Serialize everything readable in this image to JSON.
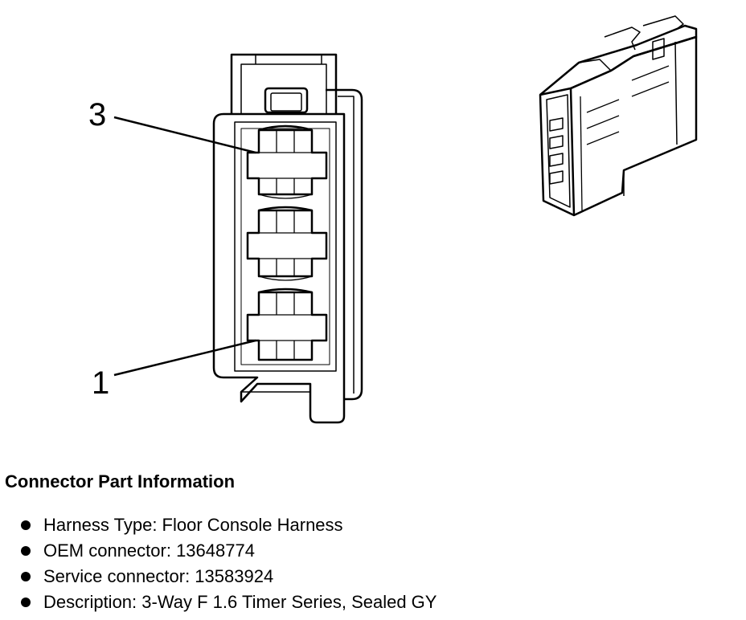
{
  "callouts": {
    "pin_3": "3",
    "pin_1": "1"
  },
  "section": {
    "title": "Connector Part Information",
    "items": [
      "Harness Type: Floor Console Harness",
      "OEM connector: 13648774",
      "Service connector: 13583924",
      "Description: 3-Way F 1.6 Timer Series, Sealed GY"
    ]
  }
}
